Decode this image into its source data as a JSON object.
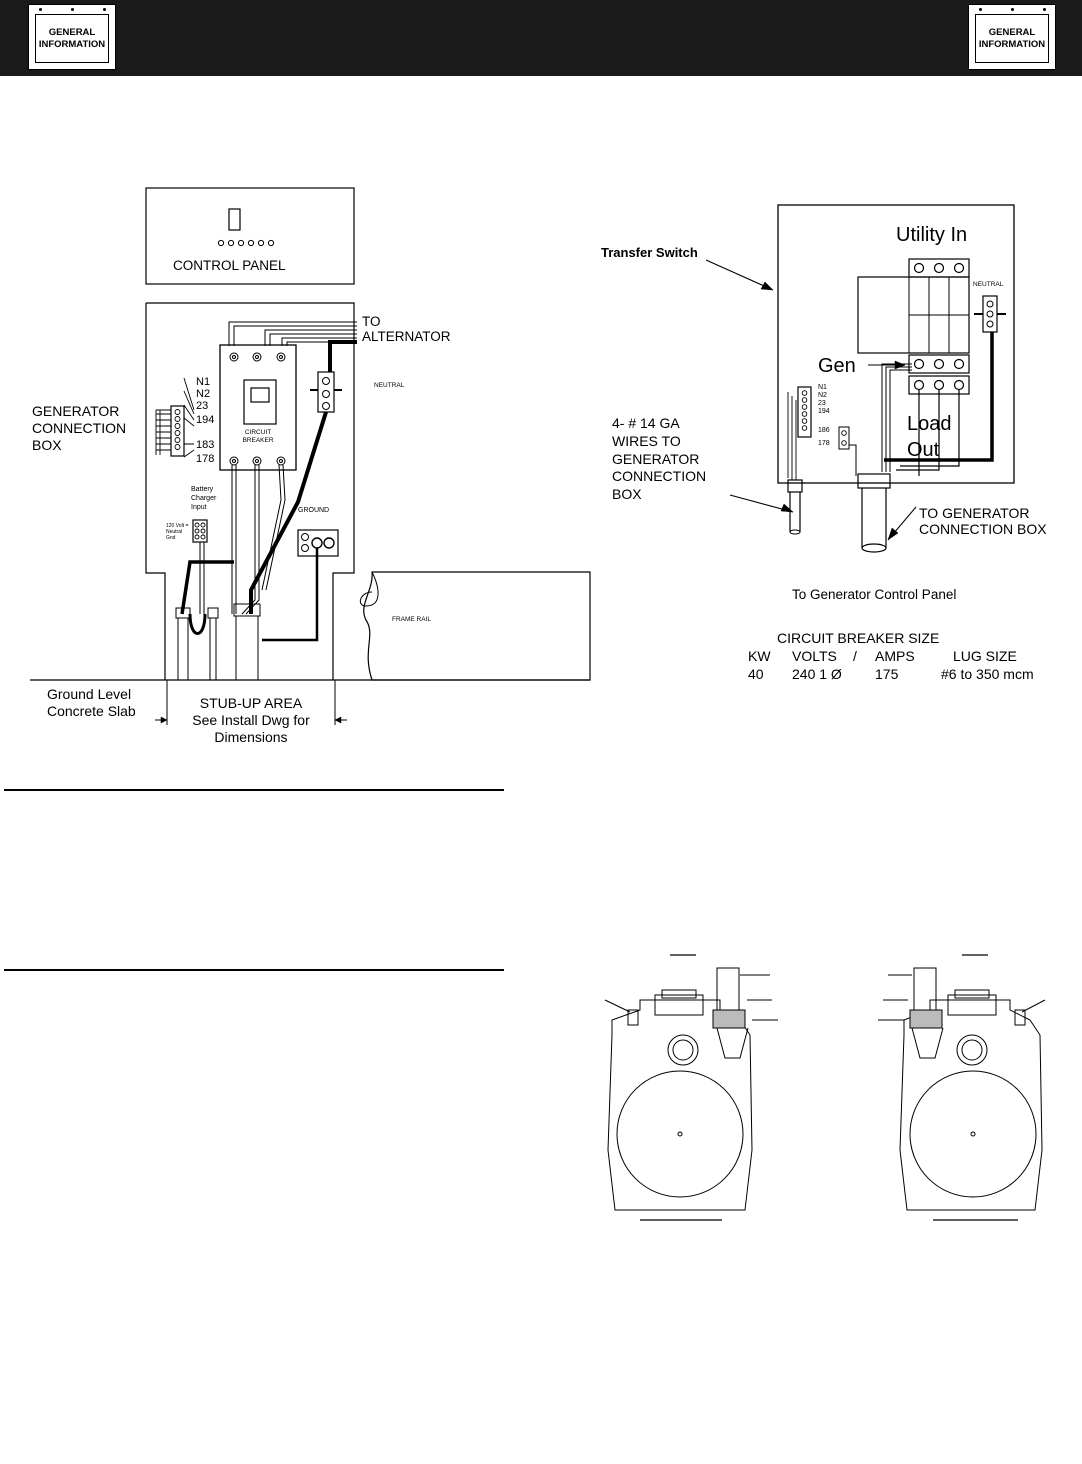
{
  "header": {
    "badge_left": {
      "line1": "GENERAL",
      "line2": "INFORMATION"
    },
    "badge_right": {
      "line1": "GENERAL",
      "line2": "INFORMATION"
    }
  },
  "connection_box_figure": {
    "control_panel": "CONTROL PANEL",
    "to_alternator": [
      "TO",
      "ALTERNATOR"
    ],
    "generator_connection_box": [
      "GENERATOR",
      "CONNECTION",
      "BOX"
    ],
    "terminals": [
      "N1",
      "N2",
      "23",
      "194",
      "183",
      "178"
    ],
    "circuit_breaker": [
      "CIRCUIT",
      "BREAKER"
    ],
    "neutral": "NEUTRAL",
    "battery_charger": [
      "Battery",
      "Charger",
      "Input"
    ],
    "outlet_label": [
      "120 Volt =",
      "Neutral",
      "Gnd"
    ],
    "ground": "GROUND",
    "frame_rail": "FRAME RAIL",
    "ground_level": [
      "Ground Level",
      "Concrete Slab"
    ],
    "stub_up": [
      "STUB-UP AREA",
      "See Install Dwg for",
      "Dimensions"
    ]
  },
  "transfer_switch_figure": {
    "transfer_switch": "Transfer Switch",
    "utility_in": "Utility In",
    "neutral": "NEUTRAL",
    "gen": "Gen",
    "load_out": [
      "Load",
      "Out"
    ],
    "terminals": [
      "N1",
      "N2",
      "23",
      "194"
    ],
    "terminals_lower": [
      "186",
      "178"
    ],
    "wires_note": [
      "4- # 14 GA",
      "WIRES TO",
      "GENERATOR",
      "CONNECTION",
      "BOX"
    ],
    "to_gen_box": [
      "TO GENERATOR",
      "CONNECTION BOX"
    ],
    "to_control_panel": "To Generator Control Panel"
  },
  "breaker_table": {
    "title": "CIRCUIT BREAKER SIZE",
    "headers": [
      "KW",
      "VOLTS",
      "/",
      "AMPS",
      "LUG SIZE"
    ],
    "rows": [
      [
        "40",
        "240 1 Ø",
        "",
        "175",
        "#6 to 350 mcm"
      ]
    ]
  }
}
